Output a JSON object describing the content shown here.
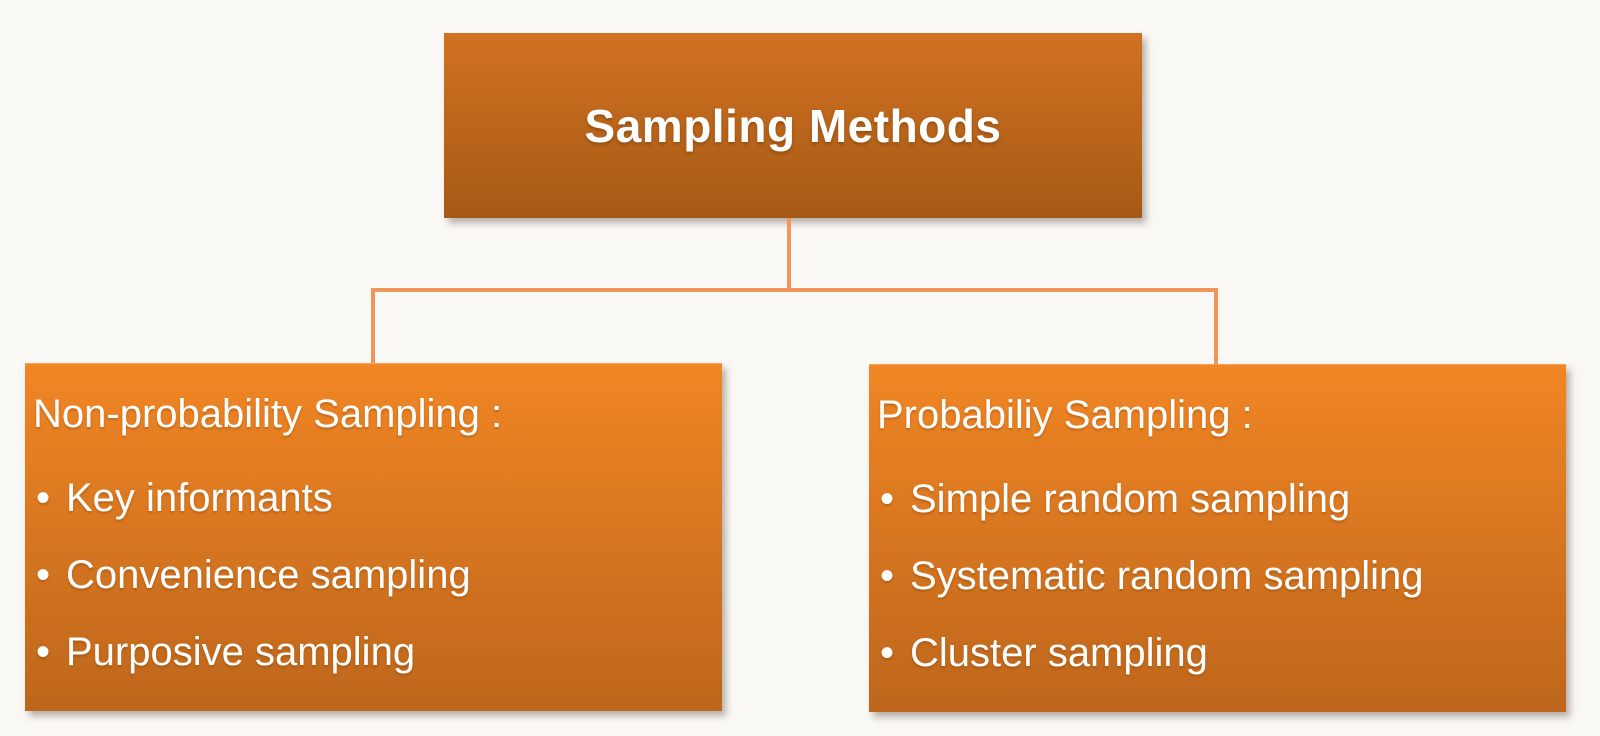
{
  "root": {
    "label": "Sampling Methods"
  },
  "bullet": "•",
  "branches": [
    {
      "heading": "Non-probability Sampling :",
      "items": [
        "Key informants",
        "Convenience sampling",
        "Purposive sampling"
      ]
    },
    {
      "heading": "Probabiliy Sampling :",
      "items": [
        "Simple random sampling",
        "Systematic random sampling",
        "Cluster sampling"
      ]
    }
  ],
  "colors": {
    "background": "#FBF9F6",
    "root_top": "#D17221",
    "root_bottom": "#A65915",
    "branch_top": "#F18624",
    "branch_bottom": "#BD661C",
    "connector": "#F1955A",
    "text": "#FFFFFF"
  }
}
